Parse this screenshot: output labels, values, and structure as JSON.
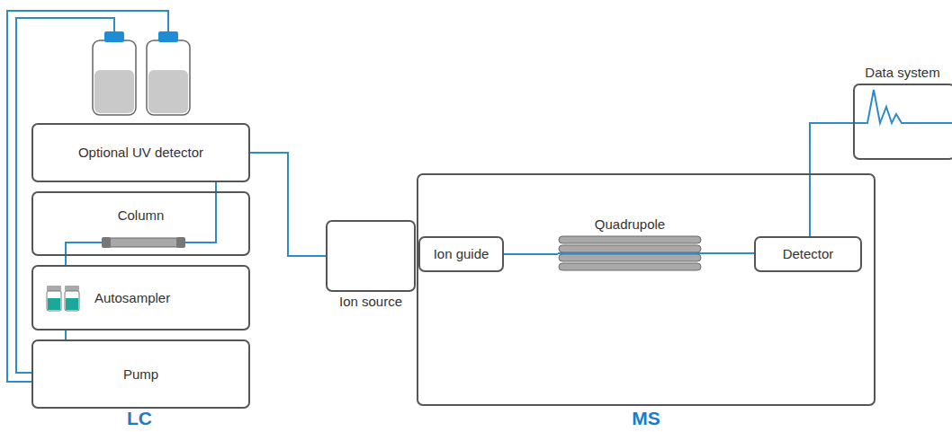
{
  "diagram": {
    "nodes": [
      {
        "text": [
          "Optional UV detector"
        ]
      },
      {
        "text": [
          "Column"
        ]
      },
      {
        "text": [
          "Autosampler"
        ]
      },
      {
        "text": [
          "Pump"
        ]
      },
      {
        "text": [
          "Ion source"
        ]
      },
      {
        "text": [
          "MS"
        ]
      },
      {
        "text": [
          "Ion guide"
        ],
        "in": 5
      },
      {
        "text": [
          "Quadrupole"
        ],
        "in": 5
      },
      {
        "text": [
          "Detector"
        ],
        "in": 5
      },
      {
        "text": [
          "Data system"
        ]
      }
    ],
    "edges": [
      {
        "from": 3,
        "to": 2,
        "arrow": "none"
      },
      {
        "from": 2,
        "to": 1,
        "arrow": "none"
      },
      {
        "from": 1,
        "to": 0,
        "arrow": "none"
      },
      {
        "from": 0,
        "to": 4,
        "arrow": "none"
      },
      {
        "from": 6,
        "to": 7,
        "arrow": "none"
      },
      {
        "from": 7,
        "to": 8,
        "arrow": "none"
      },
      {
        "from": 8,
        "to": 9,
        "arrow": "none"
      }
    ],
    "labels": [
      "LC"
    ]
  }
}
